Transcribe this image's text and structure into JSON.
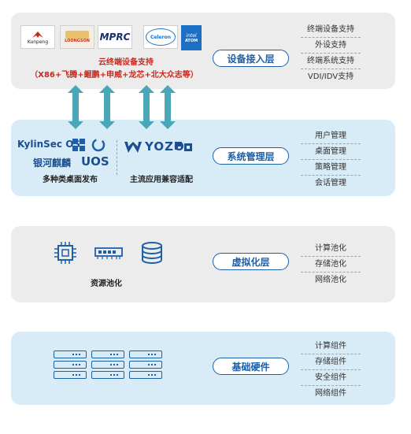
{
  "layers": [
    {
      "label": "设备接入层",
      "items": [
        "终端设备支持",
        "外设支持",
        "终端系统支持",
        "VDI/IDV支持"
      ]
    },
    {
      "label": "系统管理层",
      "items": [
        "用户管理",
        "桌面管理",
        "策略管理",
        "会话管理"
      ]
    },
    {
      "label": "虚拟化层",
      "items": [
        "计算池化",
        "存储池化",
        "网络池化"
      ]
    },
    {
      "label": "基础硬件",
      "items": [
        "计算组件",
        "存储组件",
        "安全组件",
        "网络组件"
      ]
    }
  ],
  "device": {
    "logos": [
      "Kunpeng",
      "LOONGSON",
      "MPRC",
      "Celeron",
      "ATOM"
    ],
    "caption_line1": "云终端设备支持",
    "caption_line2": "（X86+飞腾+鲲鹏+申威+龙芯+北大众志等）"
  },
  "system": {
    "os_brand1": "KylinSec OS",
    "os_brand2": "银河麒麟",
    "os_brand3": "UOS",
    "os_caption": "多种类桌面发布",
    "app_brand": "YOZO",
    "app_caption": "主流应用兼容适配"
  },
  "virt": {
    "caption": "资源池化"
  },
  "colors": {
    "accent": "#1d5fa8",
    "arrow": "#4aa7b8",
    "highlight_red": "#c8281c"
  }
}
